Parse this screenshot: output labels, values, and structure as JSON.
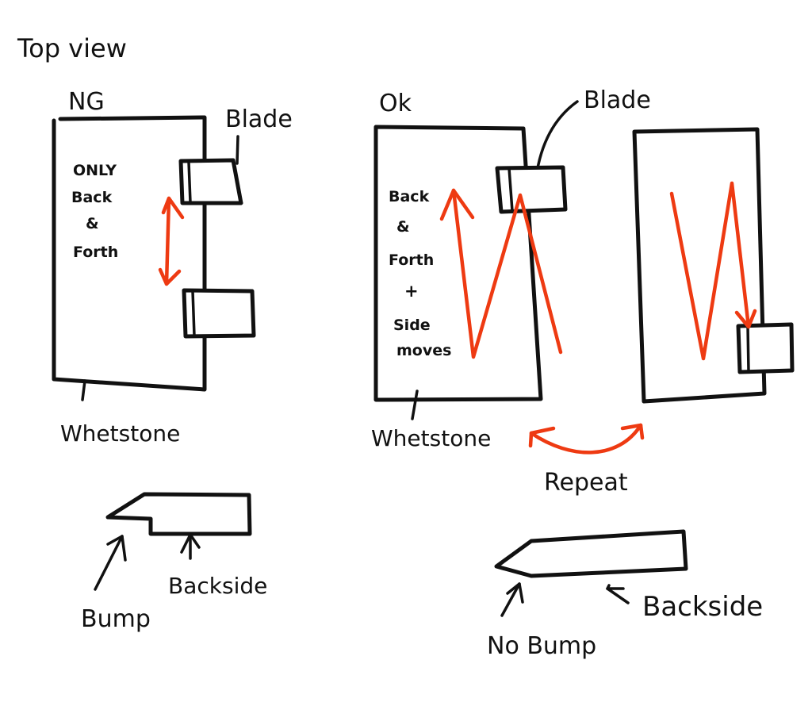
{
  "title": "Top view",
  "ng_panel": {
    "label": "NG",
    "blade_label": "Blade",
    "instruction_lines": [
      "ONLY",
      "Back",
      "&",
      "Forth"
    ],
    "stone_label": "Whetstone",
    "motion": "vertical double arrow"
  },
  "ok_panel": {
    "label": "Ok",
    "blade_label": "Blade",
    "instruction_lines": [
      "Back",
      "&",
      "Forth",
      "+",
      "Side",
      "moves"
    ],
    "stone_label": "Whetstone",
    "motion": "zigzag"
  },
  "repeat_label": "Repeat",
  "bottom_left": {
    "bump_label": "Bump",
    "backside_label": "Backside"
  },
  "bottom_right": {
    "bump_label": "No Bump",
    "backside_label": "Backside"
  },
  "colors": {
    "ink": "#111111",
    "arrow": "#ee3a12",
    "background": "#ffffff"
  }
}
